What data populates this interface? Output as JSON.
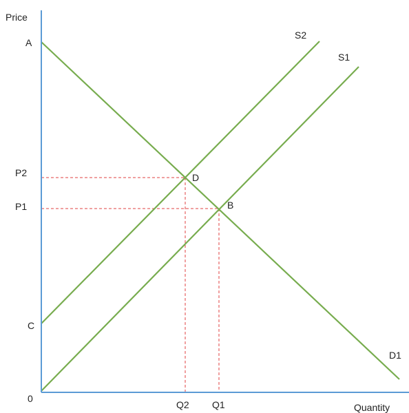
{
  "axes": {
    "y_label": "Price",
    "x_label": "Quantity",
    "origin_label": "0",
    "axis_color": "#5b9bd5"
  },
  "y_ticks": {
    "a": "A",
    "p2": "P2",
    "p1": "P1",
    "c": "C"
  },
  "x_ticks": {
    "q2": "Q2",
    "q1": "Q1"
  },
  "curves": {
    "s2": "S2",
    "s1": "S1",
    "d1": "D1",
    "color": "#77ac4e"
  },
  "points": {
    "d": "D",
    "b": "B"
  },
  "guide_color": "#e04040"
}
